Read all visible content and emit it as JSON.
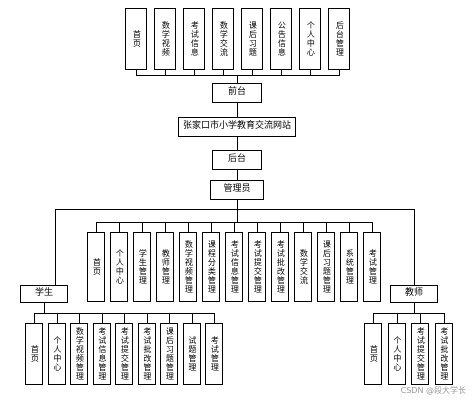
{
  "site": "张家口市小学教育交流网站",
  "frontend": {
    "label": "前台",
    "items": [
      "首页",
      "数学视频",
      "考试信息",
      "数学交流",
      "课后习题",
      "公告信息",
      "个人中心",
      "后台管理"
    ]
  },
  "backend": {
    "label": "后台"
  },
  "admin": {
    "label": "管理员",
    "items": [
      "首页",
      "个人中心",
      "学生管理",
      "教师管理",
      "数学视频管理",
      "课程分类管理",
      "考试信息管理",
      "考试提交管理",
      "考试批改管理",
      "数学交流",
      "课后习题管理",
      "系统管理",
      "考试管理"
    ]
  },
  "student": {
    "label": "学生",
    "items": [
      "首页",
      "个人中心",
      "数学视频管理",
      "考试信息管理",
      "考试提交管理",
      "考试批改管理",
      "课后习题管理",
      "试题管理",
      "考试管理"
    ]
  },
  "teacher": {
    "label": "教师",
    "items": [
      "首页",
      "个人中心",
      "考试提交管理",
      "考试批改管理"
    ]
  },
  "watermark": "CSDN @段大学长"
}
